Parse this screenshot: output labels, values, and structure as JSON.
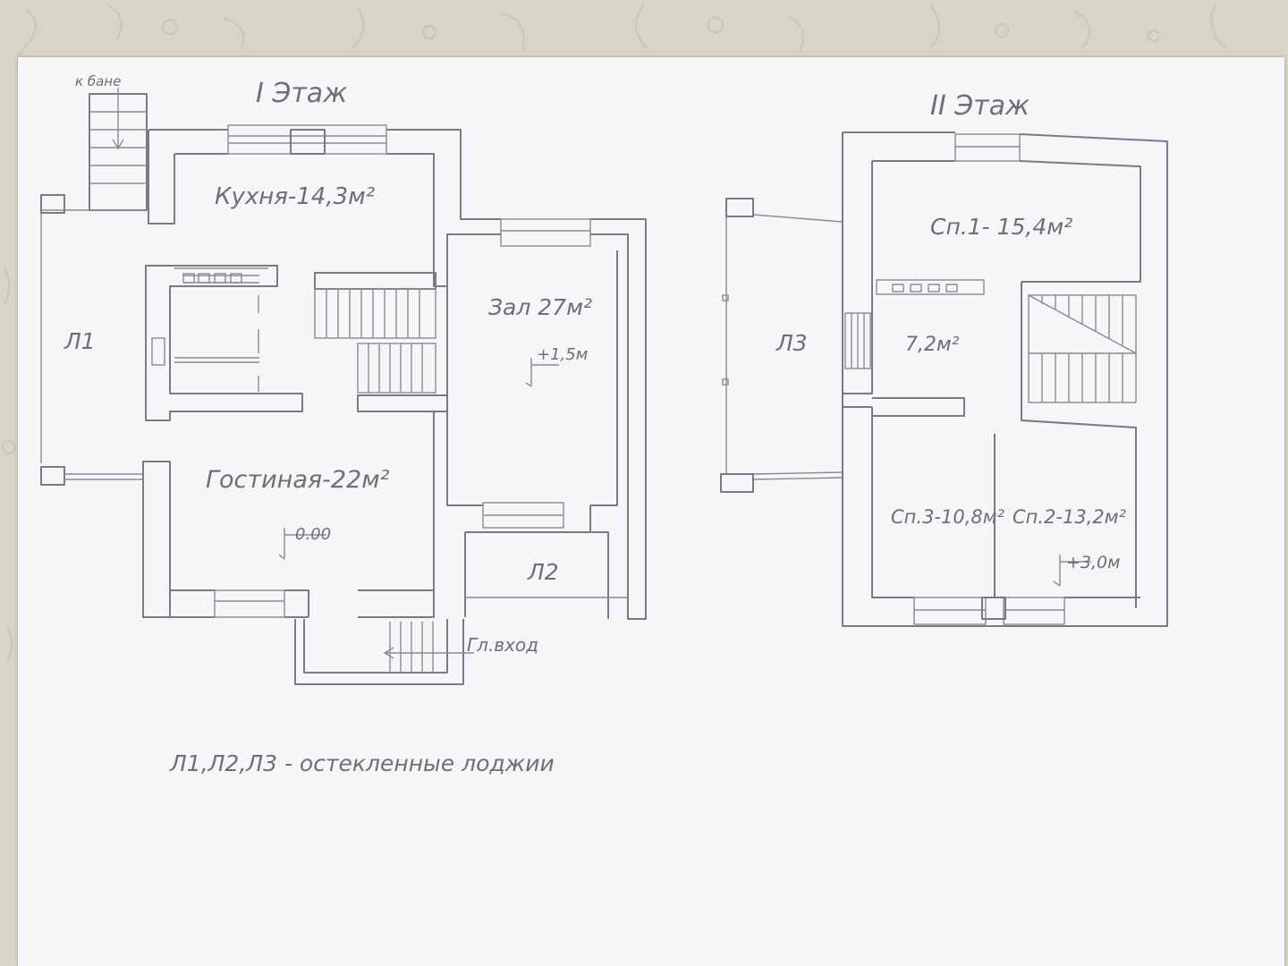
{
  "floors": {
    "first": {
      "title": "I Этаж",
      "kitchen": "Кухня-14,3м²",
      "hall": "Зал 27м²",
      "hall_level": "+1,5м",
      "living": "Гостиная-22м²",
      "living_level": "0.00",
      "loggia_1": "Л1",
      "loggia_2": "Л2",
      "to_bath": "к бане",
      "main_entrance": "Гл.вход"
    },
    "second": {
      "title": "II Этаж",
      "bedroom_1": "Сп.1- 15,4м²",
      "hallway": "7,2м²",
      "bedroom_3": "Сп.3-10,8м²",
      "bedroom_2": "Сп.2-13,2м²",
      "level": "+3,0м",
      "loggia_3": "Л3"
    }
  },
  "legend": "Л1,Л2,Л3 - остекленные лоджии"
}
